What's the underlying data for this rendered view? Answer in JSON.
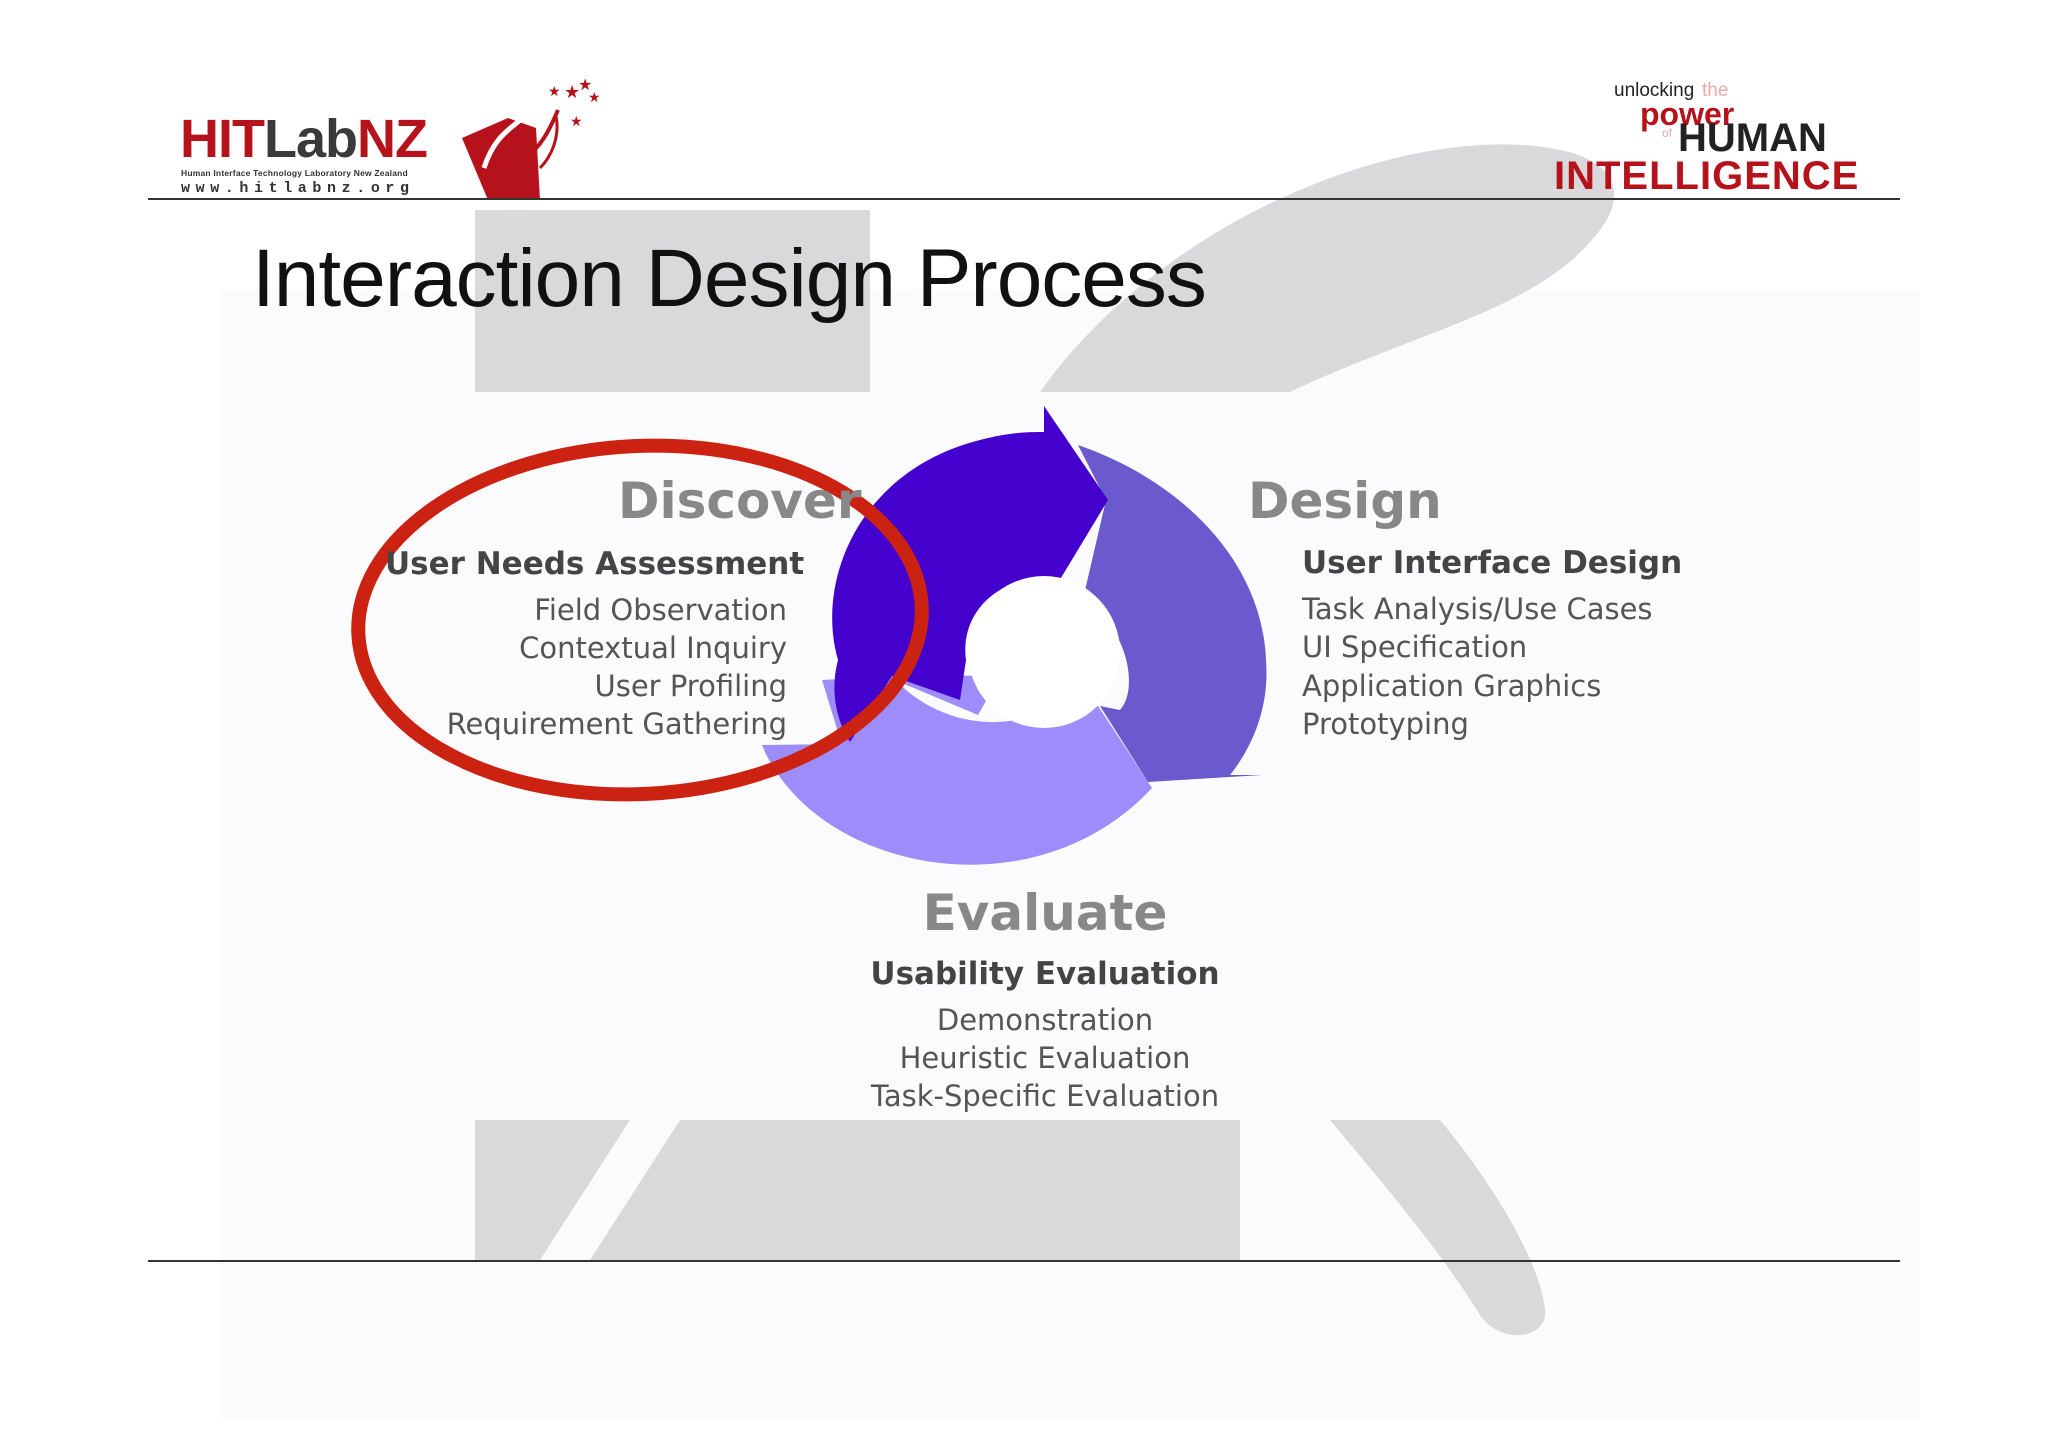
{
  "slide": {
    "title": "Interaction Design Process"
  },
  "logos": {
    "hitlab": {
      "word_red": "HIT",
      "word_dark": "Lab",
      "word_red2": "NZ",
      "subtitle": "Human Interface Technology Laboratory New Zealand",
      "url": "www.hitlabnz.org"
    },
    "tagline": {
      "unlocking": "unlocking",
      "the": "the",
      "power": "power",
      "of": "of",
      "human": "HUMAN",
      "intelligence": "INTELLIGENCE"
    }
  },
  "diagram": {
    "discover": {
      "heading": "Discover",
      "subheading": "User Needs Assessment",
      "items": [
        "Field Observation",
        "Contextual Inquiry",
        "User Profiling",
        "Requirement Gathering"
      ]
    },
    "design": {
      "heading": "Design",
      "subheading": "User Interface Design",
      "items": [
        "Task Analysis/Use Cases",
        "UI Specification",
        "Application Graphics",
        "Prototyping"
      ]
    },
    "evaluate": {
      "heading": "Evaluate",
      "subheading": "Usability Evaluation",
      "items": [
        "Demonstration",
        "Heuristic Evaluation",
        "Task-Specific Evaluation"
      ]
    },
    "colors": {
      "discover_arrow": "#4400cc",
      "design_arrow": "#6a5acd",
      "evaluate_arrow": "#9e8cfa",
      "highlight_ellipse": "#cc2211"
    }
  }
}
